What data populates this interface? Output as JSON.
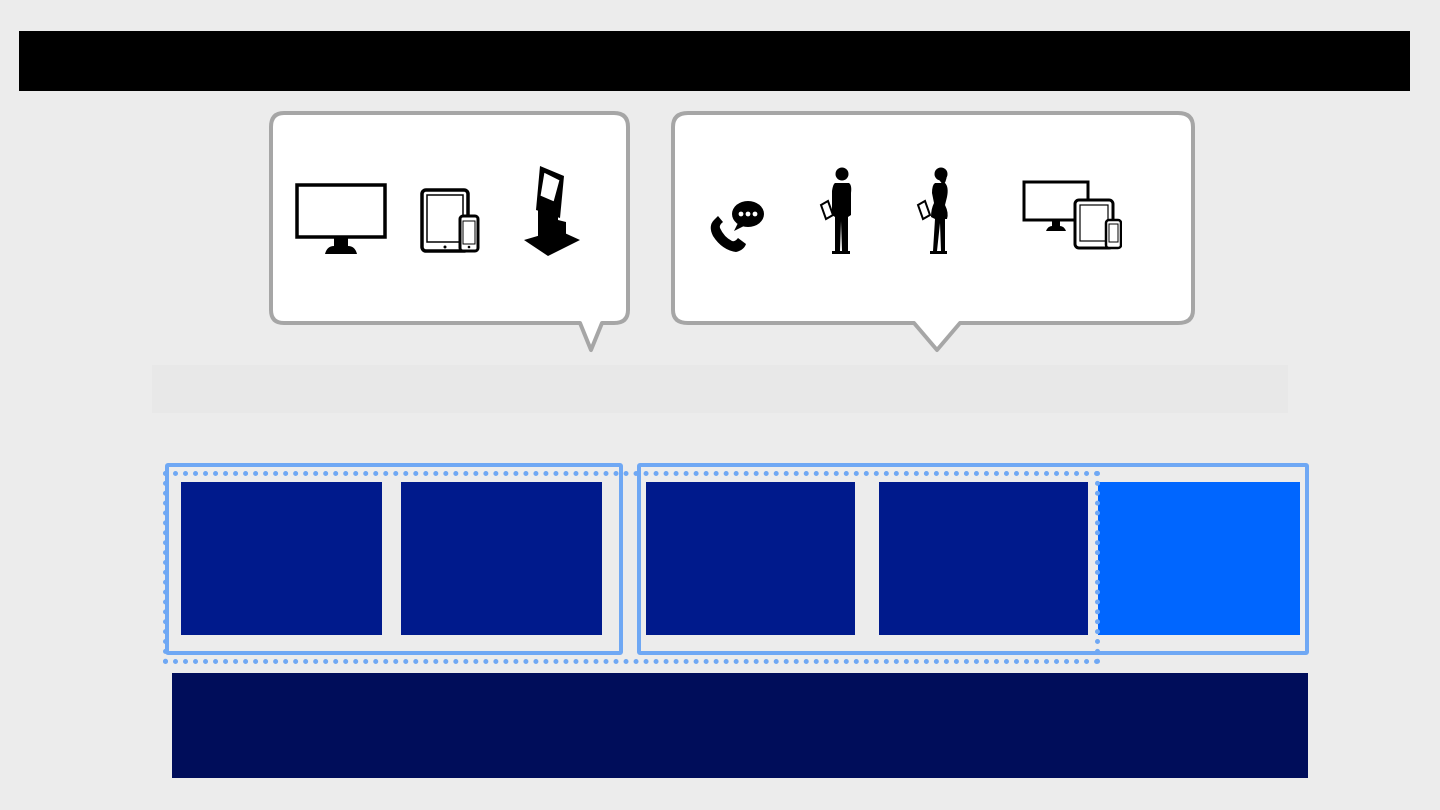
{
  "colors": {
    "background": "#ececec",
    "title_bar": "#000000",
    "bubble_fill": "#ffffff",
    "bubble_border": "#a6a6a6",
    "tile_dark": "#001a8c",
    "tile_highlight": "#0066ff",
    "frame_blue": "#6fa8f4",
    "footer": "#000d5a",
    "divider_band": "#e8e8e8",
    "icon": "#000000"
  },
  "bubbles": [
    {
      "name": "devices-bubble",
      "icons": [
        "desktop-monitor-icon",
        "tablet-phone-icon",
        "kiosk-icon"
      ]
    },
    {
      "name": "assisted-channels-bubble",
      "icons": [
        "phone-chat-icon",
        "male-staff-tablet-icon",
        "female-staff-tablet-icon",
        "multi-device-icon"
      ]
    }
  ],
  "tiles": [
    {
      "id": "tile-1",
      "state": "dark"
    },
    {
      "id": "tile-2",
      "state": "dark"
    },
    {
      "id": "tile-3",
      "state": "dark"
    },
    {
      "id": "tile-4",
      "state": "dark"
    },
    {
      "id": "tile-5",
      "state": "highlight"
    }
  ],
  "frames": [
    {
      "id": "group-frame-left",
      "style": "solid"
    },
    {
      "id": "group-frame-right",
      "style": "solid"
    },
    {
      "id": "group-frame-dotted",
      "style": "dotted"
    }
  ]
}
